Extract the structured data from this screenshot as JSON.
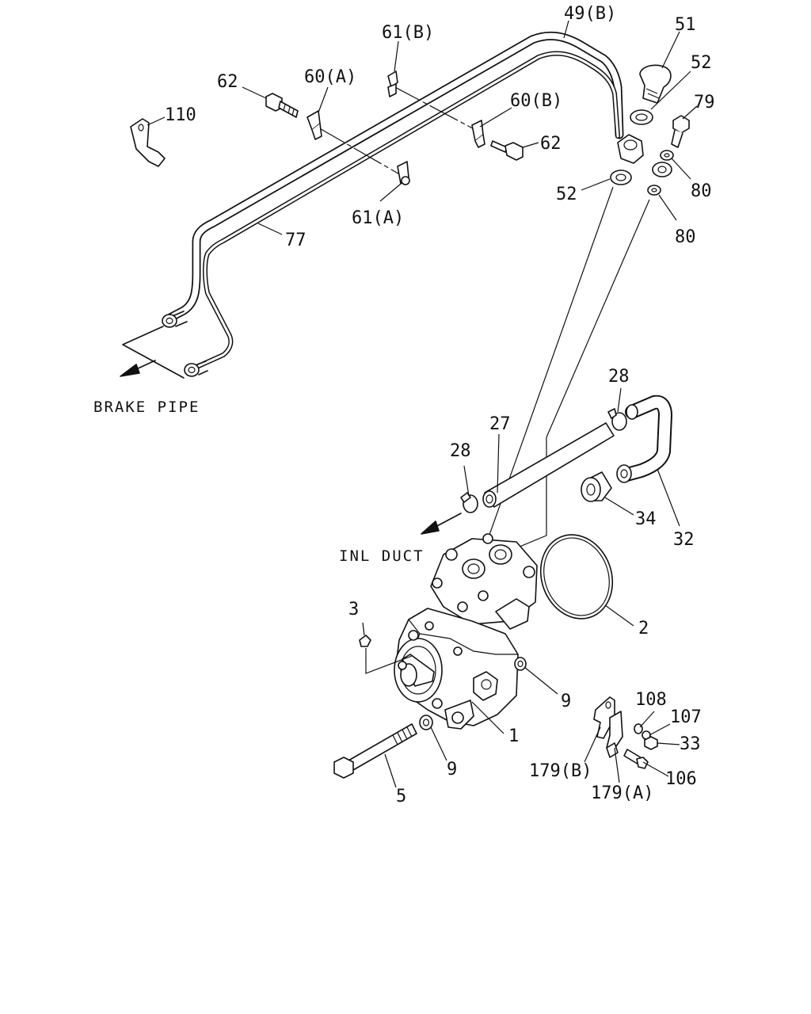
{
  "diagram": {
    "callouts": {
      "c49b": "49(B)",
      "c51": "51",
      "c52a": "52",
      "c79": "79",
      "c80a": "80",
      "c52b": "52",
      "c80b": "80",
      "c61b": "61(B)",
      "c60a": "60(A)",
      "c62a": "62",
      "c110": "110",
      "c60b": "60(B)",
      "c62b": "62",
      "c61a": "61(A)",
      "c77": "77",
      "c28a": "28",
      "c27": "27",
      "c28b": "28",
      "c34": "34",
      "c32": "32",
      "c2": "2",
      "c3": "3",
      "c9a": "9",
      "c1": "1",
      "c9b": "9",
      "c5": "5",
      "c108": "108",
      "c107": "107",
      "c33": "33",
      "c106": "106",
      "c179b": "179(B)",
      "c179a": "179(A)"
    },
    "notes": {
      "brake_pipe": "BRAKE PIPE",
      "inl_duct": "INL DUCT"
    }
  }
}
